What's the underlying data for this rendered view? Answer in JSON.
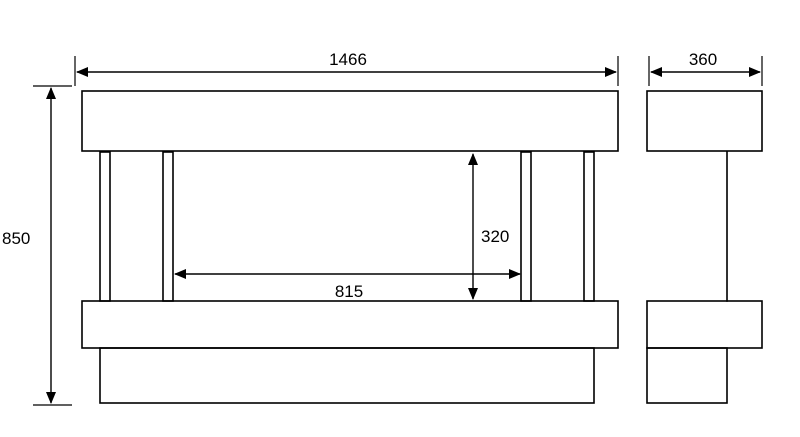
{
  "dimensions": {
    "overall_width": "1466",
    "overall_height": "850",
    "depth": "360",
    "opening_width": "815",
    "opening_height": "320"
  }
}
